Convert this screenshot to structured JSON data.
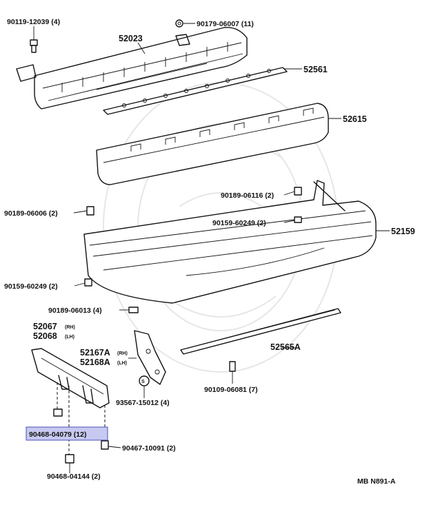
{
  "labels": {
    "p_90119_12039": "90119-12039 (4)",
    "p_90179_06007": "90179-06007 (11)",
    "p_52023": "52023",
    "p_52561": "52561",
    "p_52615": "52615",
    "p_90189_06116": "90189-06116 (2)",
    "p_90189_06006": "90189-06006 (2)",
    "p_90159_60249_r": "90159-60249 (2)",
    "p_52159": "52159",
    "p_90159_60249_l": "90159-60249 (2)",
    "p_90189_06013": "90189-06013 (4)",
    "p_52067": "52067",
    "p_52067_side": "(RH)",
    "p_52068": "52068",
    "p_52068_side": "(LH)",
    "p_52167A": "52167A",
    "p_52167A_side": "(RH)",
    "p_52168A": "52168A",
    "p_52168A_side": "(LH)",
    "p_52565A": "52565A",
    "p_93567_15012": "93567-15012 (4)",
    "p_90109_06081": "90109-06081 (7)",
    "p_90468_04079": "90468-04079 (12)",
    "p_90467_10091": "90467-10091 (2)",
    "p_90468_04144": "90468-04144 (2)",
    "fig_code": "MB  N891-A"
  },
  "highlight_color": "#c7c9f0"
}
